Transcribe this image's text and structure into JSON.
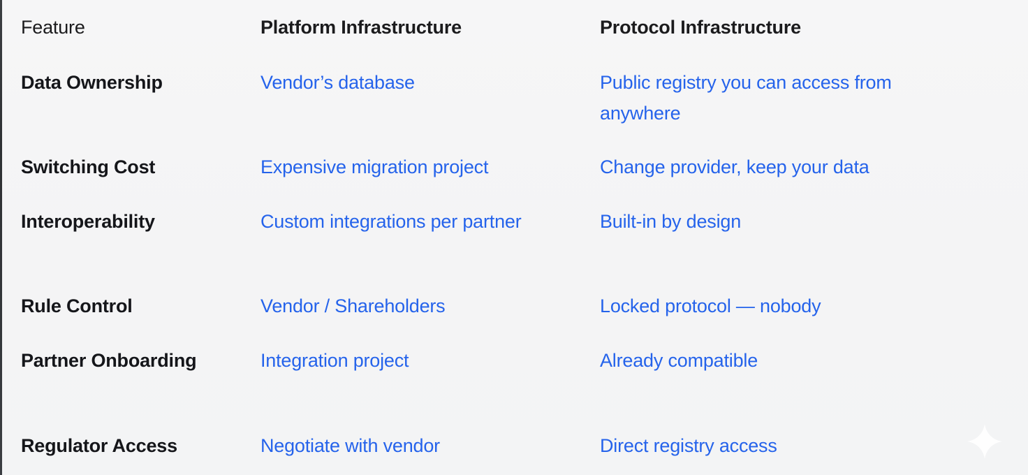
{
  "theme": {
    "background": "#f4f5f6",
    "heading_color": "#1b1b1d",
    "label_color": "#15161a",
    "value_color": "#2563eb",
    "edge_strip_color": "#23262a",
    "sparkle_color": "#ffffff"
  },
  "table": {
    "headers": [
      "Feature",
      "Platform Infrastructure",
      "Protocol Infrastructure"
    ],
    "rows": [
      {
        "feature": "Data Ownership",
        "platform": "Vendor’s database",
        "protocol": "Public registry you can access from anywhere"
      },
      {
        "feature": "Switching Cost",
        "platform": "Expensive migration project",
        "protocol": "Change provider, keep your data"
      },
      {
        "feature": "Interoperability",
        "platform": "Custom integrations per partner",
        "protocol": "Built-in by design"
      },
      {
        "feature": "Rule Control",
        "platform": "Vendor / Shareholders",
        "protocol": "Locked protocol — nobody"
      },
      {
        "feature": "Partner Onboarding",
        "platform": "Integration project",
        "protocol": "Already compatible"
      },
      {
        "feature": "Regulator Access",
        "platform": "Negotiate with vendor",
        "protocol": "Direct registry access"
      }
    ]
  },
  "watermark": {
    "icon": "sparkle-icon"
  }
}
